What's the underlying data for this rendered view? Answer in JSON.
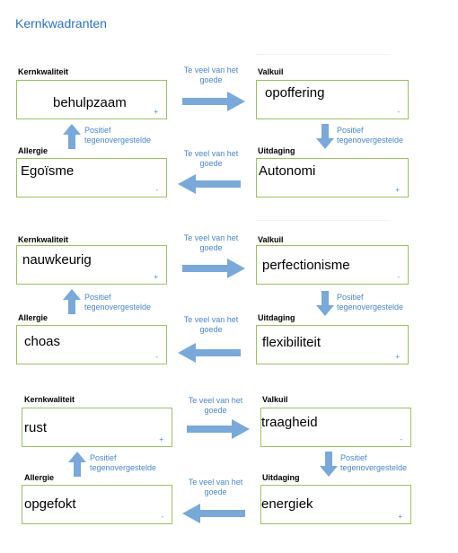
{
  "page": {
    "title": "Kernkwadranten"
  },
  "labels": {
    "kernkwaliteit": "Kernkwaliteit",
    "valkuil": "Valkuil",
    "allergie": "Allergie",
    "uitdaging": "Uitdaging",
    "te_veel": "Te veel van het goede",
    "positief": "Positief tegenovergestelde",
    "plus": "+",
    "minus": "-"
  },
  "quadrants": [
    {
      "kernkwaliteit": "behulpzaam",
      "valkuil": "opoffering",
      "allergie": "Egoïsme",
      "uitdaging": "Autonomi"
    },
    {
      "kernkwaliteit": "nauwkeurig",
      "valkuil": "perfectionisme",
      "allergie": "choas",
      "uitdaging": "flexibiliteit"
    },
    {
      "kernkwaliteit": "rust",
      "valkuil": "traagheid",
      "allergie": "opgefokt",
      "uitdaging": "energiek"
    }
  ],
  "colors": {
    "title": "#2e74b5",
    "box_border": "#9bc06b",
    "arrow": "#7aa8d8",
    "note": "#4a86c8"
  }
}
